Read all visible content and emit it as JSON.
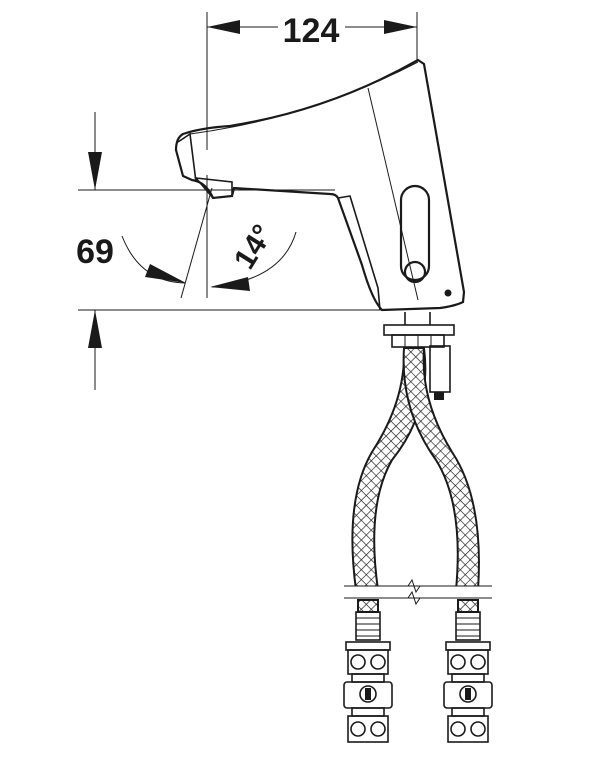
{
  "dimensions": {
    "width_label": "124",
    "height_label": "69",
    "angle_label": "14°"
  },
  "colors": {
    "ink": "#1a1a1a",
    "paper": "#ffffff"
  }
}
